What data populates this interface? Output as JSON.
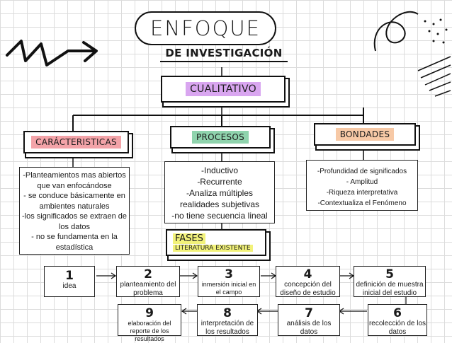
{
  "title": "ENFOQUE",
  "subtitle": "DE INVESTIGACIÓN",
  "root": {
    "label": "CUALITATIVO",
    "color": "#d9a6f0"
  },
  "branches": [
    {
      "label": "CARÁCTERISTICAS",
      "color": "#f3a3a8",
      "items": [
        "-Planteamientos mas abiertos",
        "que van enfocándose",
        "- se conduce básicamente en",
        "ambientes naturales",
        "-los significados se extraen de",
        "los datos",
        "- no se fundamenta en la",
        "estadística"
      ]
    },
    {
      "label": "PROCESOS",
      "color": "#8fd3ad",
      "items": [
        "-Inductivo",
        "-Recurrente",
        "-Analiza múltiples",
        "realidades subjetivas",
        "-no tiene secuencia lineal"
      ]
    },
    {
      "label": "BONDADES",
      "color": "#f7c9a6",
      "items": [
        "-Profundidad de significados",
        "- Amplitud",
        "-Riqueza interpretativa",
        "-Contextualiza el Fenómeno"
      ]
    }
  ],
  "phases": {
    "title": "FASES",
    "subtitle": "LITERATURA EXISTENTE",
    "color": "#f2f27a"
  },
  "steps": [
    {
      "num": "1",
      "label": "idea"
    },
    {
      "num": "2",
      "label": "planteamiento del problema"
    },
    {
      "num": "3",
      "label": "inmersión inicial en el campo"
    },
    {
      "num": "4",
      "label": "concepción del diseño de estudio"
    },
    {
      "num": "5",
      "label": "definición de muestra inicial del estudio"
    },
    {
      "num": "6",
      "label": "recolección de los datos"
    },
    {
      "num": "7",
      "label": "análisis de los datos"
    },
    {
      "num": "8",
      "label": "interpretación de los resultados"
    },
    {
      "num": "9",
      "label": "elaboración del reporte de los resultados"
    }
  ]
}
